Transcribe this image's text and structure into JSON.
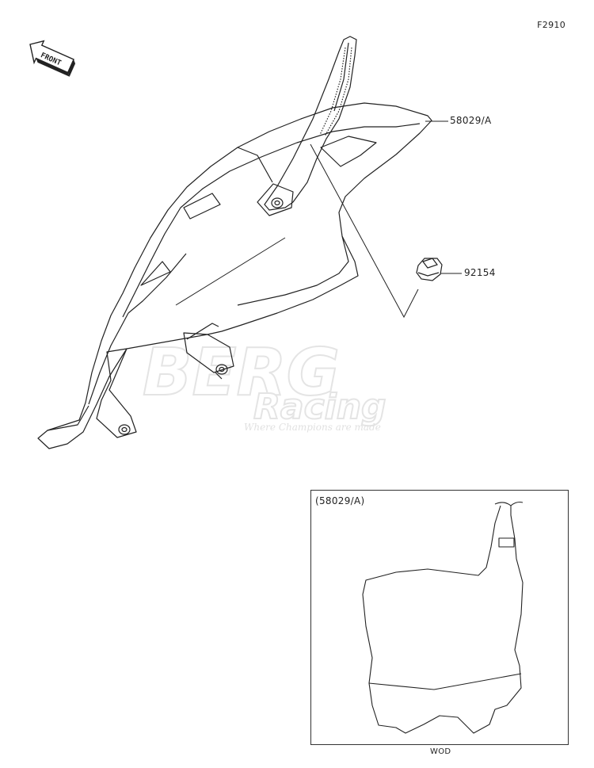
{
  "diagram_id": "F2910",
  "front_arrow_label": "FRONT",
  "parts": {
    "main": {
      "code": "58029/A"
    },
    "bolt": {
      "code": "92154"
    }
  },
  "inset": {
    "title": "(58029/A)",
    "caption": "WOD"
  },
  "watermark": {
    "line1": "BERG",
    "line2": "Racing",
    "tagline": "Where Champions are made"
  }
}
